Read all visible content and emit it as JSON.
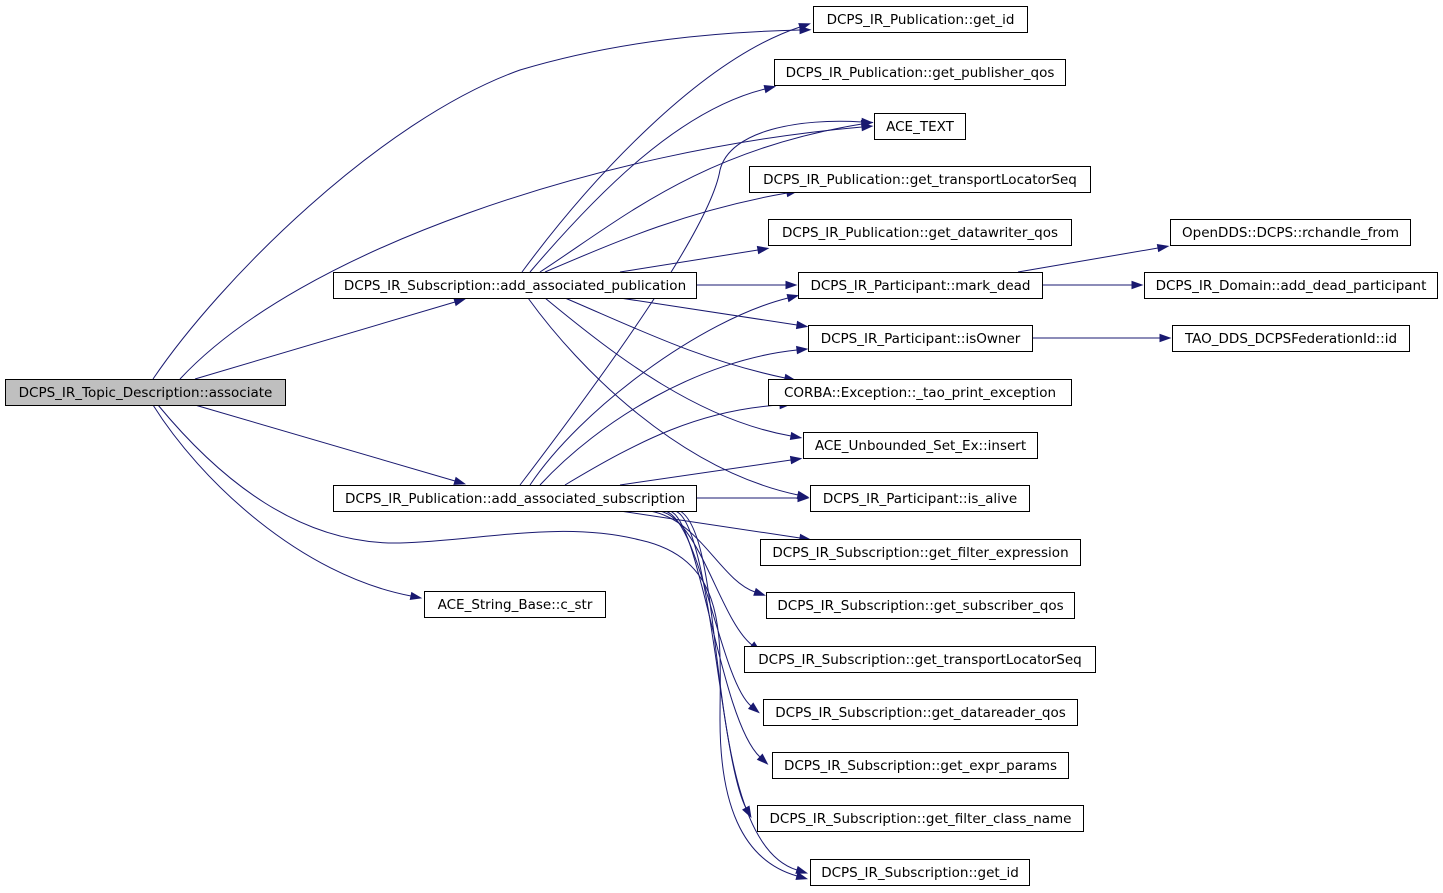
{
  "diagram": {
    "nodes": [
      {
        "id": "root",
        "label": "DCPS_IR_Topic_Description::associate",
        "root": true
      },
      {
        "id": "sub_add",
        "label": "DCPS_IR_Subscription::add_associated_publication"
      },
      {
        "id": "pub_add",
        "label": "DCPS_IR_Publication::add_associated_subscription"
      },
      {
        "id": "ace_cstr",
        "label": "ACE_String_Base::c_str"
      },
      {
        "id": "pub_get_id",
        "label": "DCPS_IR_Publication::get_id"
      },
      {
        "id": "pub_pubqos",
        "label": "DCPS_IR_Publication::get_publisher_qos"
      },
      {
        "id": "ace_text",
        "label": "ACE_TEXT"
      },
      {
        "id": "pub_tls",
        "label": "DCPS_IR_Publication::get_transportLocatorSeq"
      },
      {
        "id": "pub_dwqos",
        "label": "DCPS_IR_Publication::get_datawriter_qos"
      },
      {
        "id": "part_mark",
        "label": "DCPS_IR_Participant::mark_dead"
      },
      {
        "id": "part_owner",
        "label": "DCPS_IR_Participant::isOwner"
      },
      {
        "id": "corba_ex",
        "label": "CORBA::Exception::_tao_print_exception"
      },
      {
        "id": "ace_insert",
        "label": "ACE_Unbounded_Set_Ex::insert"
      },
      {
        "id": "part_alive",
        "label": "DCPS_IR_Participant::is_alive"
      },
      {
        "id": "sub_filter",
        "label": "DCPS_IR_Subscription::get_filter_expression"
      },
      {
        "id": "sub_subqos",
        "label": "DCPS_IR_Subscription::get_subscriber_qos"
      },
      {
        "id": "sub_tls",
        "label": "DCPS_IR_Subscription::get_transportLocatorSeq"
      },
      {
        "id": "sub_drqos",
        "label": "DCPS_IR_Subscription::get_datareader_qos"
      },
      {
        "id": "sub_expr",
        "label": "DCPS_IR_Subscription::get_expr_params"
      },
      {
        "id": "sub_fcn",
        "label": "DCPS_IR_Subscription::get_filter_class_name"
      },
      {
        "id": "sub_get_id",
        "label": "DCPS_IR_Subscription::get_id"
      },
      {
        "id": "rchandle",
        "label": "OpenDDS::DCPS::rchandle_from"
      },
      {
        "id": "dom_add",
        "label": "DCPS_IR_Domain::add_dead_participant"
      },
      {
        "id": "tao_id",
        "label": "TAO_DDS_DCPSFederationId::id"
      }
    ],
    "edges": [
      [
        "root",
        "pub_get_id"
      ],
      [
        "root",
        "ace_text"
      ],
      [
        "root",
        "sub_add"
      ],
      [
        "root",
        "pub_add"
      ],
      [
        "root",
        "ace_cstr"
      ],
      [
        "root",
        "sub_get_id"
      ],
      [
        "sub_add",
        "pub_get_id"
      ],
      [
        "sub_add",
        "pub_pubqos"
      ],
      [
        "sub_add",
        "ace_text"
      ],
      [
        "sub_add",
        "pub_tls"
      ],
      [
        "sub_add",
        "pub_dwqos"
      ],
      [
        "sub_add",
        "part_mark"
      ],
      [
        "sub_add",
        "part_owner"
      ],
      [
        "sub_add",
        "corba_ex"
      ],
      [
        "sub_add",
        "ace_insert"
      ],
      [
        "sub_add",
        "part_alive"
      ],
      [
        "pub_add",
        "ace_text"
      ],
      [
        "pub_add",
        "part_mark"
      ],
      [
        "pub_add",
        "part_owner"
      ],
      [
        "pub_add",
        "corba_ex"
      ],
      [
        "pub_add",
        "ace_insert"
      ],
      [
        "pub_add",
        "part_alive"
      ],
      [
        "pub_add",
        "sub_filter"
      ],
      [
        "pub_add",
        "sub_subqos"
      ],
      [
        "pub_add",
        "sub_tls"
      ],
      [
        "pub_add",
        "sub_drqos"
      ],
      [
        "pub_add",
        "sub_expr"
      ],
      [
        "pub_add",
        "sub_fcn"
      ],
      [
        "pub_add",
        "sub_get_id"
      ],
      [
        "part_mark",
        "rchandle"
      ],
      [
        "part_mark",
        "dom_add"
      ],
      [
        "part_owner",
        "tao_id"
      ]
    ]
  }
}
